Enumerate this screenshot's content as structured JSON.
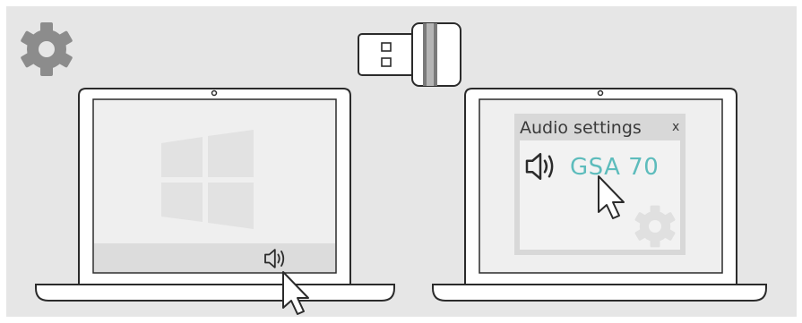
{
  "dialog": {
    "title": "Audio settings",
    "close_label": "x",
    "device_name": "GSA 70"
  },
  "icons": {
    "settings": "gear-icon",
    "dongle": "usb-dongle-icon",
    "windows_logo": "windows-logo-icon",
    "speaker": "speaker-icon",
    "cursor": "mouse-pointer-icon"
  },
  "colors": {
    "background": "#e6e6e6",
    "gear": "#8c8c8c",
    "windows_logo": "#e8e8e8",
    "accent": "#5dbcbc",
    "outline": "#2b2b2b"
  }
}
